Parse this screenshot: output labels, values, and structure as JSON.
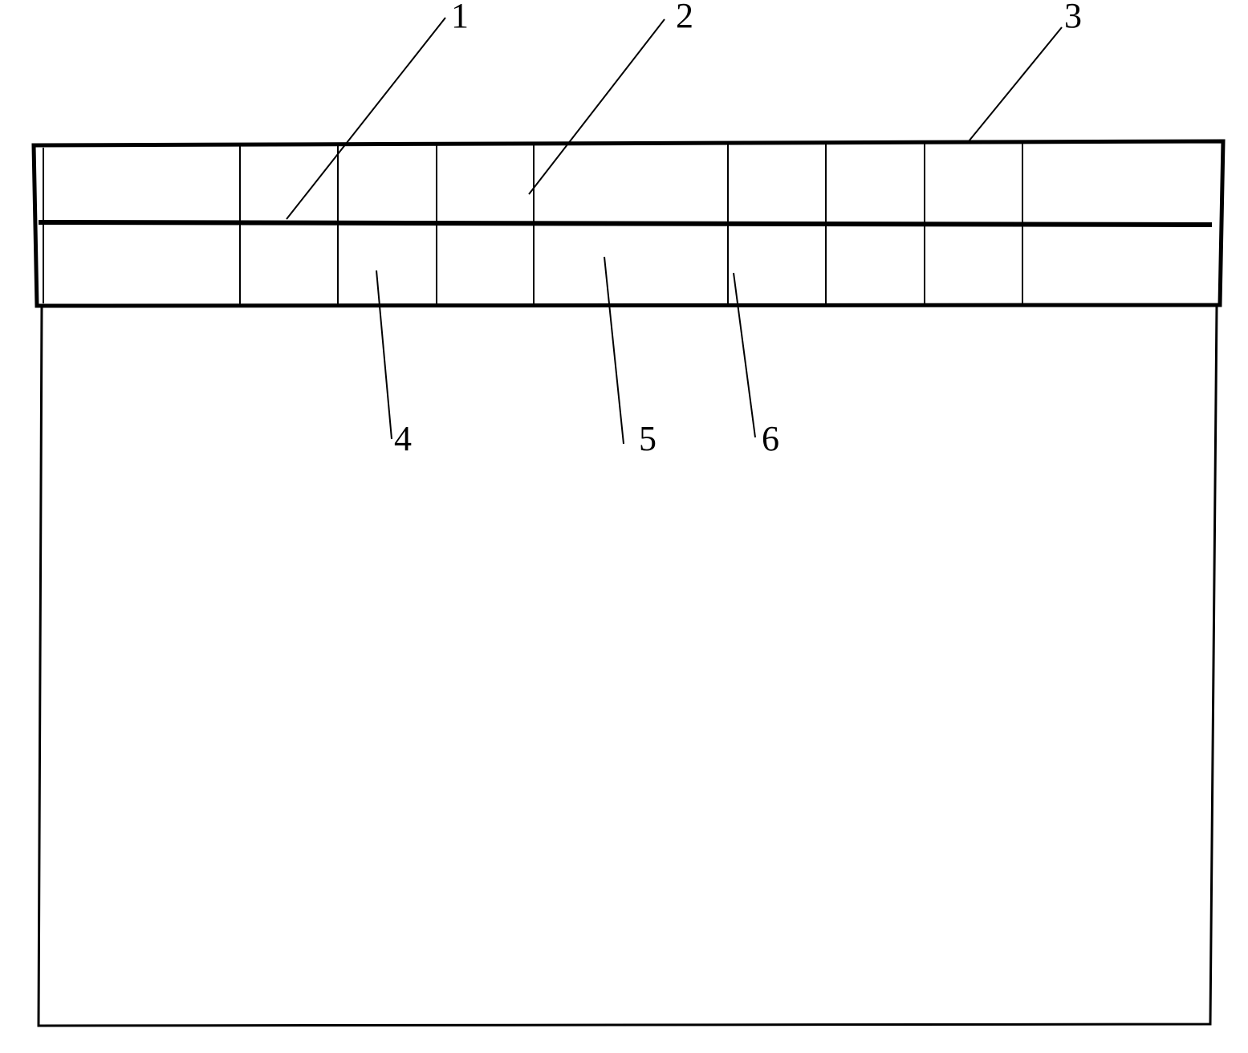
{
  "diagram": {
    "reference_numerals": [
      {
        "id": "n1",
        "text": "1"
      },
      {
        "id": "n2",
        "text": "2"
      },
      {
        "id": "n3",
        "text": "3"
      },
      {
        "id": "n4",
        "text": "4"
      },
      {
        "id": "n5",
        "text": "5"
      },
      {
        "id": "n6",
        "text": "6"
      }
    ],
    "grid": {
      "rows": 2,
      "columns": 9
    },
    "colors": {
      "stroke": "#000000",
      "background": "#ffffff"
    }
  }
}
